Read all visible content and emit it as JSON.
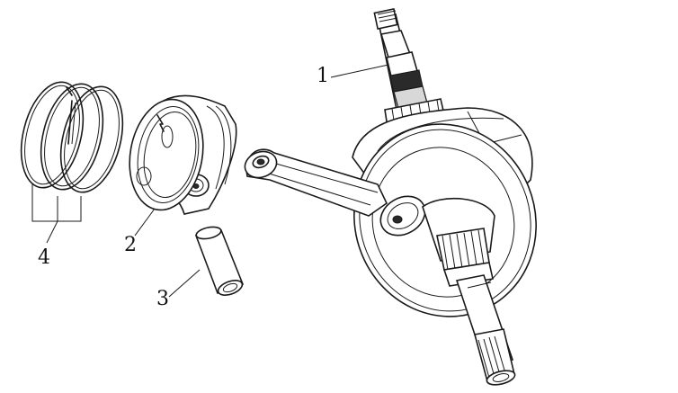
{
  "callouts": {
    "one": "1",
    "two": "2",
    "three": "3",
    "four": "4"
  },
  "colors": {
    "line": "#1a1a1a",
    "background": "#ffffff"
  }
}
